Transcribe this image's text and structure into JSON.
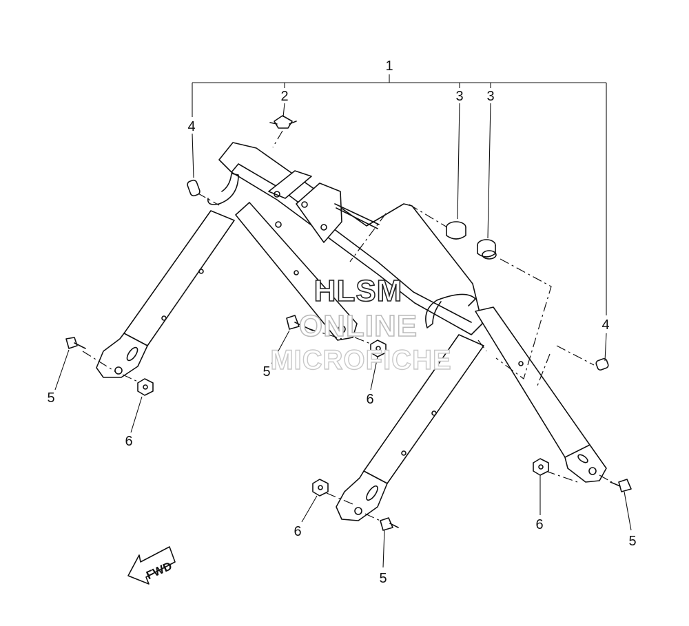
{
  "callouts": {
    "c1": "1",
    "c2": "2",
    "c3a": "3",
    "c3b": "3",
    "c4a": "4",
    "c4b": "4",
    "c5a": "5",
    "c5b": "5",
    "c5c": "5",
    "c5d": "5",
    "c6a": "6",
    "c6b": "6",
    "c6c": "6",
    "c6d": "6"
  },
  "direction_arrow": {
    "label": "FWD"
  },
  "watermark": {
    "line1": "HLSM",
    "line2": "ONLINE",
    "line3": "MICROFICHE"
  }
}
